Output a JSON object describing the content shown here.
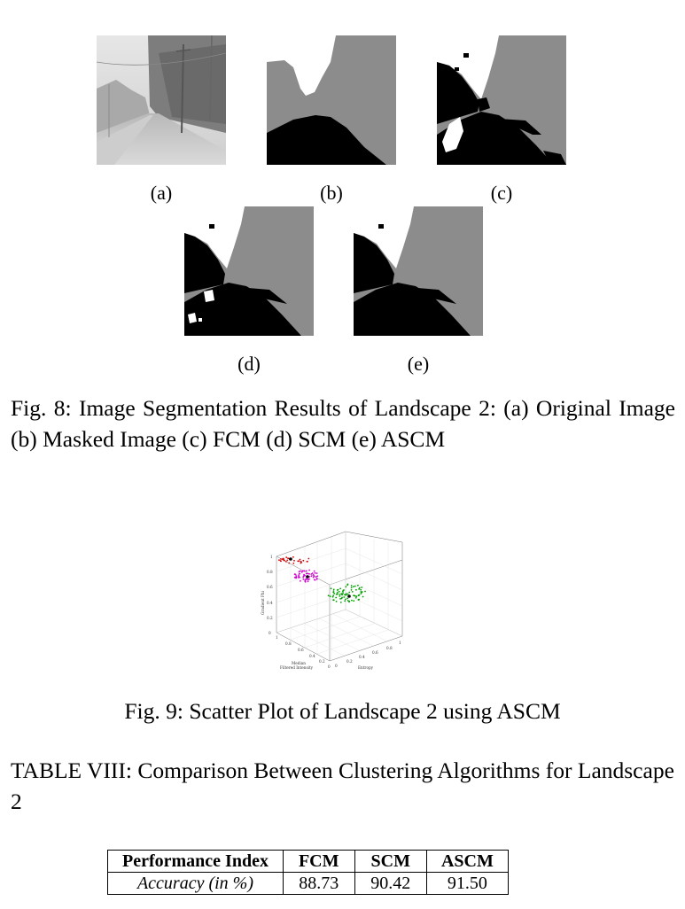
{
  "fig8": {
    "labels": [
      "(a)",
      "(b)",
      "(c)",
      "(d)",
      "(e)"
    ],
    "caption": "Fig. 8: Image Segmentation Results of Landscape 2: (a) Original Image (b) Masked Image (c) FCM (d) SCM (e) ASCM"
  },
  "fig9": {
    "caption": "Fig. 9: Scatter Plot of Landscape 2 using ASCM",
    "axis_labels": {
      "z": "Gradient Phi",
      "x_line1": "Median",
      "x_line2": "Filtered Intensity",
      "y": "Entropy"
    },
    "z_ticks": [
      "0",
      "0.2",
      "0.4",
      "0.6",
      "0.8",
      "1"
    ],
    "x_ticks": [
      "1",
      "0.8",
      "0.6",
      "0.4",
      "0.2",
      "0"
    ],
    "y_ticks": [
      "0",
      "0.2",
      "0.4",
      "0.6",
      "0.8",
      "1"
    ],
    "colors": {
      "cluster1": "#d40000",
      "cluster2": "#d400d4",
      "cluster3": "#00a000",
      "centroid": "#000000"
    }
  },
  "table8": {
    "caption": "TABLE VIII: Comparison Between Clustering Algorithms for Landscape 2",
    "headers": [
      "Performance Index",
      "FCM",
      "SCM",
      "ASCM"
    ],
    "row_label": "Accuracy (in %)",
    "values": [
      "88.73",
      "90.42",
      "91.50"
    ]
  }
}
